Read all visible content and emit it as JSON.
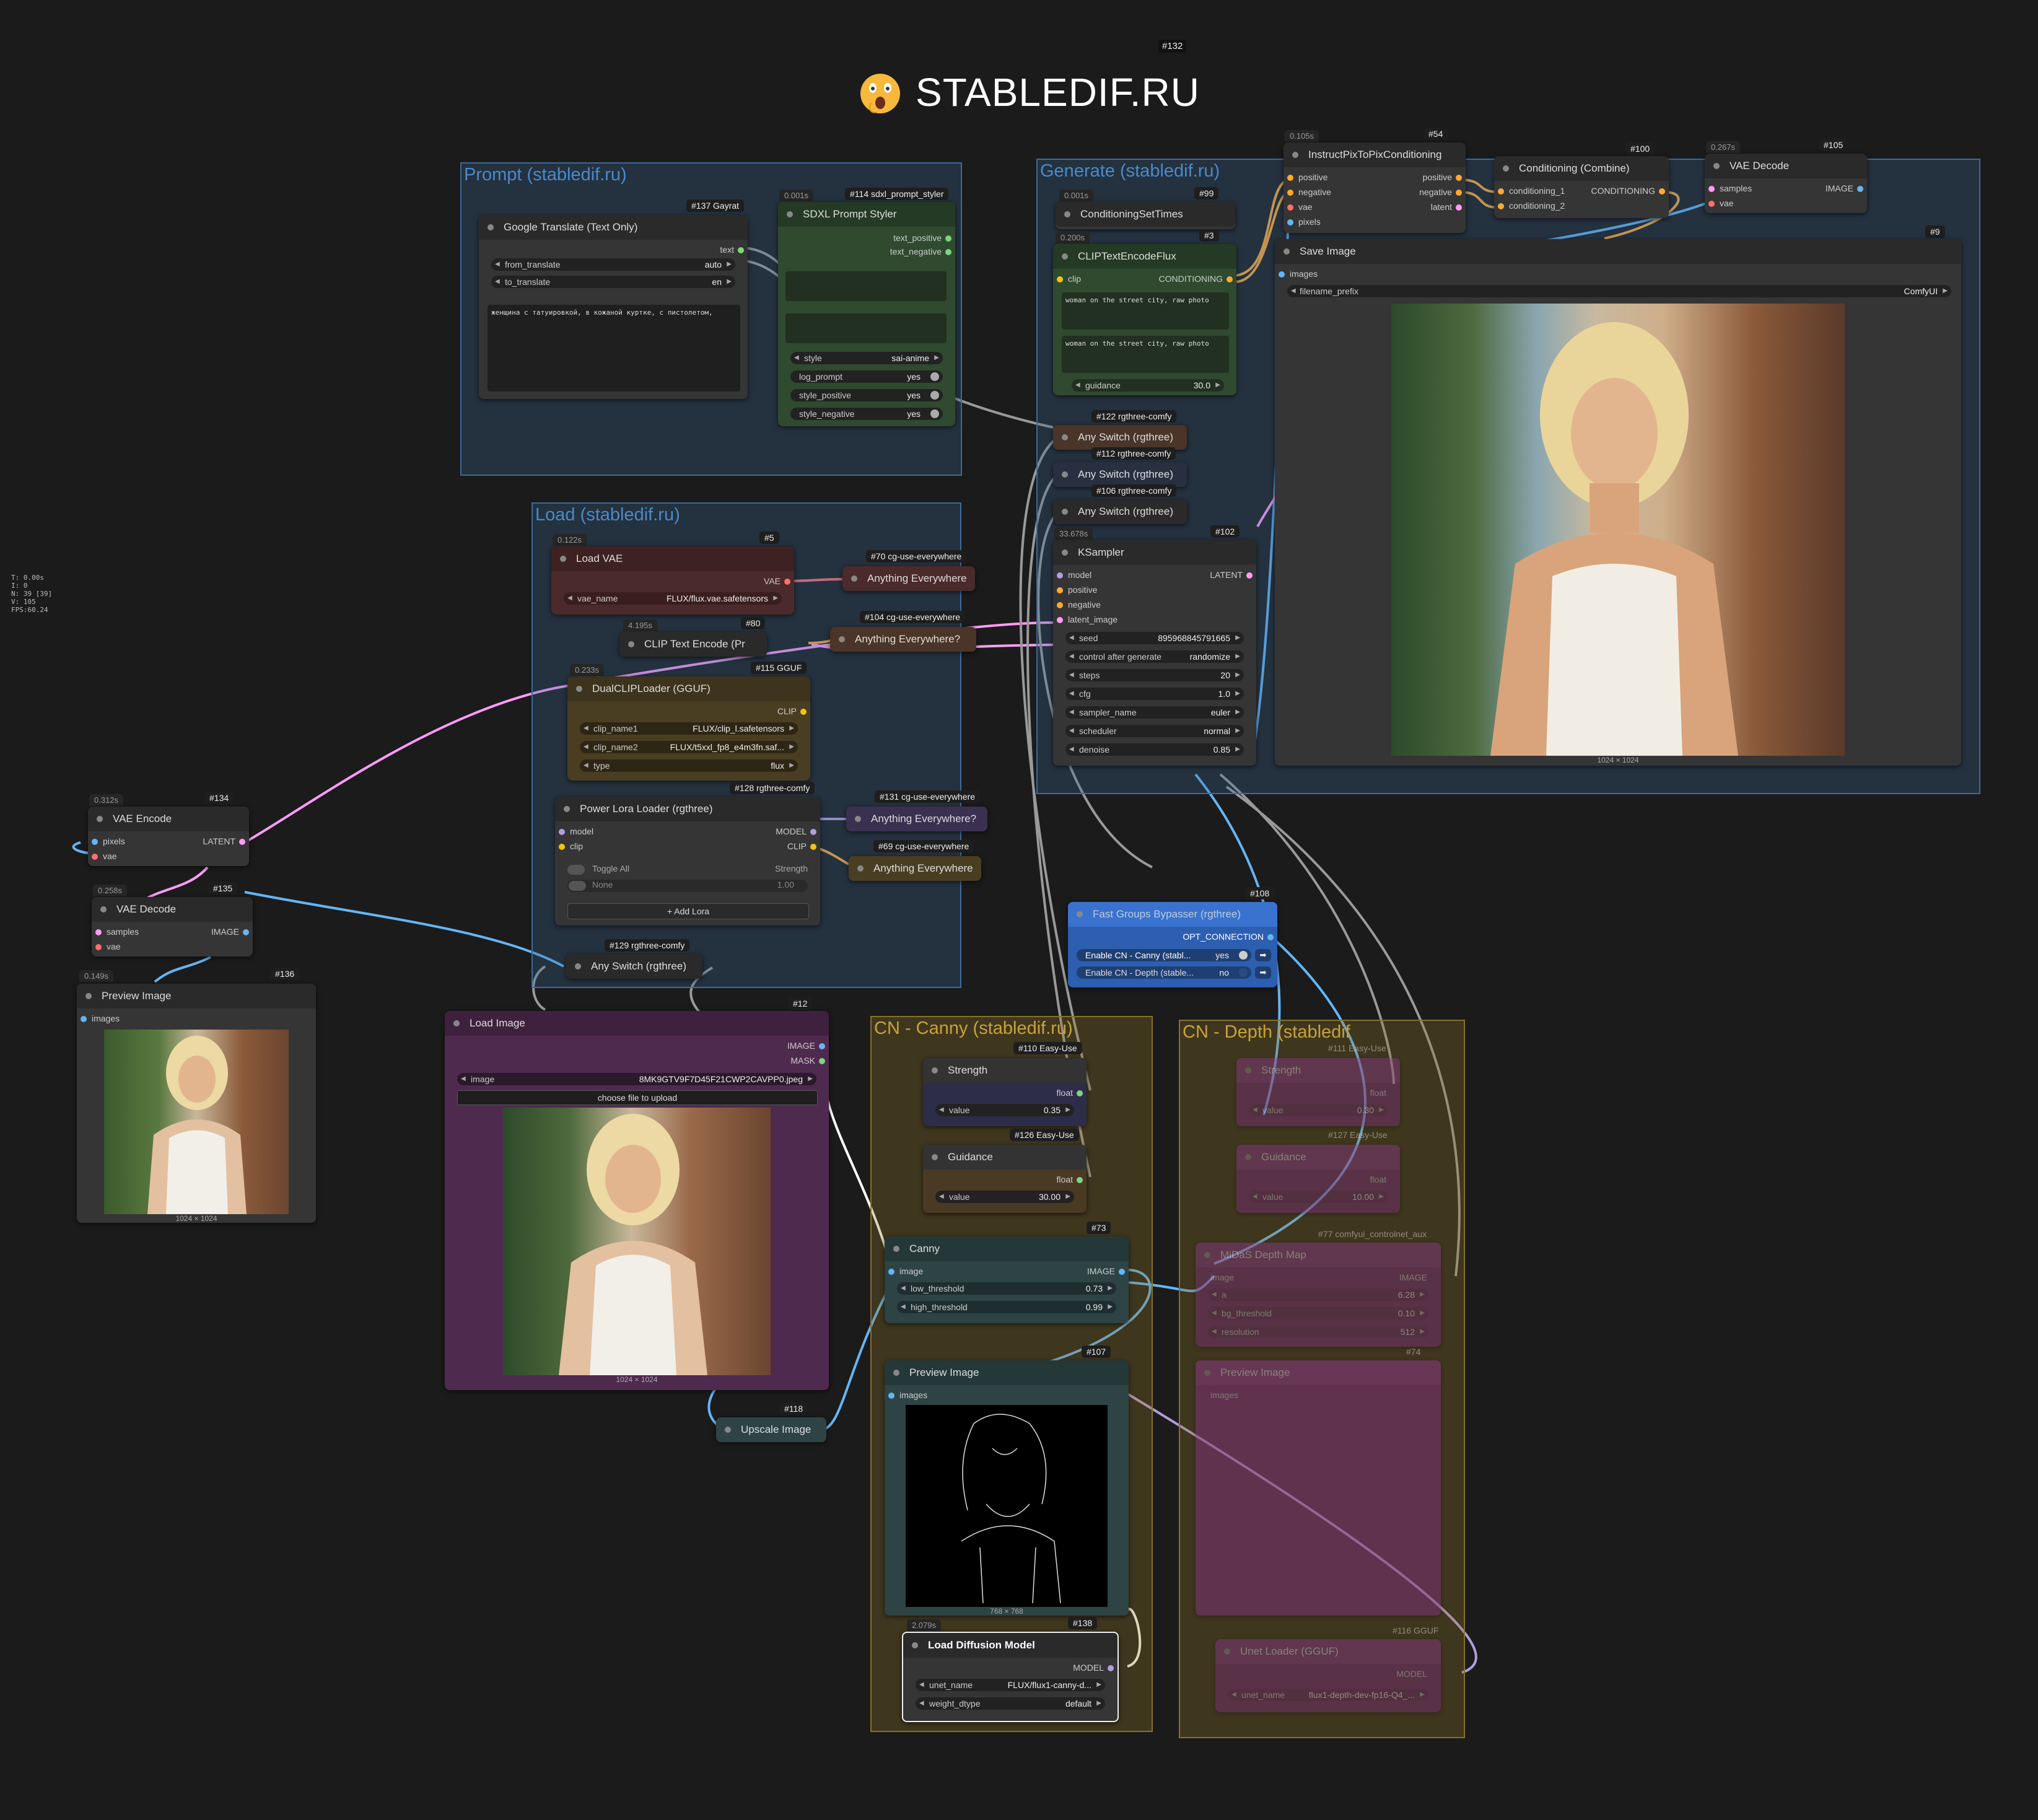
{
  "header": {
    "title": "STABLEDIF.RU",
    "logo": "surprised-face-emoji",
    "id": "#132"
  },
  "stats": [
    "T: 0.00s",
    "I: 0",
    "N: 39 [39]",
    "V: 105",
    "FPS:60.24"
  ],
  "groups": {
    "prompt": "Prompt (stabledif.ru)",
    "generate": "Generate (stabledif.ru)",
    "load": "Load (stabledif.ru)",
    "canny": "CN - Canny (stabledif.ru)",
    "depth": "CN - Depth (stabledif"
  },
  "translate": {
    "title": "Google Translate (Text Only)",
    "id": "#137 Gayrat",
    "out": "text",
    "from_label": "from_translate",
    "from_val": "auto",
    "to_label": "to_translate",
    "to_val": "en",
    "text": "женщина с татуировкой, в кожаной куртке, с пистолетом,"
  },
  "styler": {
    "title": "SDXL Prompt Styler",
    "id": "#114 sdxl_prompt_styler",
    "time": "0.001s",
    "out1": "text_positive",
    "out2": "text_negative",
    "style_label": "style",
    "style_val": "sai-anime",
    "log_label": "log_prompt",
    "log_val": "yes",
    "sp_label": "style_positive",
    "sp_val": "yes",
    "sn_label": "style_negative",
    "sn_val": "yes"
  },
  "condtimes": {
    "title": "ConditioningSetTimes",
    "id": "#99",
    "time": "0.001s"
  },
  "clipflux": {
    "title": "CLIPTextEncodeFlux",
    "id": "#3",
    "time": "0.200s",
    "in": "clip",
    "out": "CONDITIONING",
    "t1": "woman on the street city, raw photo",
    "t2": "woman on the street city, raw photo",
    "g_label": "guidance",
    "g_val": "30.0"
  },
  "ip2p": {
    "title": "InstructPixToPixConditioning",
    "id": "#54",
    "time": "0.105s",
    "ins": [
      "positive",
      "negative",
      "vae",
      "pixels"
    ],
    "outs": [
      "positive",
      "negative",
      "latent"
    ]
  },
  "combine": {
    "title": "Conditioning (Combine)",
    "id": "#100",
    "ins": [
      "conditioning_1",
      "conditioning_2"
    ],
    "out": "CONDITIONING"
  },
  "vaedec1": {
    "title": "VAE Decode",
    "id": "#105",
    "time": "0.267s",
    "ins": [
      "samples",
      "vae"
    ],
    "out": "IMAGE"
  },
  "save": {
    "title": "Save Image",
    "id": "#9",
    "in": "images",
    "prefix_label": "filename_prefix",
    "prefix_val": "ComfyUI",
    "caption": "1024 × 1024"
  },
  "switches": [
    {
      "title": "Any Switch (rgthree)",
      "id": "#122 rgthree-comfy"
    },
    {
      "title": "Any Switch (rgthree)",
      "id": "#112 rgthree-comfy"
    },
    {
      "title": "Any Switch (rgthree)",
      "id": "#106 rgthree-comfy"
    }
  ],
  "ksampler": {
    "title": "KSampler",
    "id": "#102",
    "time": "33.678s",
    "ins": [
      "model",
      "positive",
      "negative",
      "latent_image"
    ],
    "out": "LATENT",
    "seed_label": "seed",
    "seed": "895968845791665",
    "cag_label": "control after generate",
    "cag": "randomize",
    "steps_label": "steps",
    "steps": "20",
    "cfg_label": "cfg",
    "cfg": "1.0",
    "sampler_label": "sampler_name",
    "sampler": "euler",
    "sched_label": "scheduler",
    "sched": "normal",
    "denoise_label": "denoise",
    "denoise": "0.85"
  },
  "loadvae": {
    "title": "Load VAE",
    "id": "#5",
    "time": "0.122s",
    "out": "VAE",
    "w_label": "vae_name",
    "w_val": "FLUX/flux.vae.safetensors"
  },
  "ae70": {
    "title": "Anything Everywhere",
    "id": "#70 cg-use-everywhere"
  },
  "clipte": {
    "title": "CLIP Text Encode (Pr",
    "id": "#80",
    "time": "4.195s"
  },
  "ae104": {
    "title": "Anything Everywhere?",
    "id": "#104 cg-use-everywhere"
  },
  "dualclip": {
    "title": "DualCLIPLoader (GGUF)",
    "id": "#115 GGUF",
    "time": "0.233s",
    "out": "CLIP",
    "c1_label": "clip_name1",
    "c1": "FLUX/clip_l.safetensors",
    "c2_label": "clip_name2",
    "c2": "FLUX/t5xxl_fp8_e4m3fn.saf...",
    "t_label": "type",
    "t": "flux"
  },
  "lora": {
    "title": "Power Lora Loader (rgthree)",
    "id": "#128 rgthree-comfy",
    "ins": [
      "model",
      "clip"
    ],
    "outs": [
      "MODEL",
      "CLIP"
    ],
    "toggle": "Toggle All",
    "strength": "Strength",
    "none": "None",
    "none_val": "1.00",
    "add": "Add Lora"
  },
  "ae131": {
    "title": "Anything Everywhere?",
    "id": "#131 cg-use-everywhere"
  },
  "ae69": {
    "title": "Anything Everywhere",
    "id": "#69 cg-use-everywhere"
  },
  "switch129": {
    "title": "Any Switch (rgthree)",
    "id": "#129 rgthree-comfy"
  },
  "vaeenc": {
    "title": "VAE Encode",
    "id": "#134",
    "time": "0.312s",
    "ins": [
      "pixels",
      "vae"
    ],
    "out": "LATENT"
  },
  "vaedec2": {
    "title": "VAE Decode",
    "id": "#135",
    "time": "0.258s",
    "ins": [
      "samples",
      "vae"
    ],
    "out": "IMAGE"
  },
  "prev136": {
    "title": "Preview Image",
    "id": "#136",
    "time": "0.149s",
    "in": "images",
    "caption": "1024 × 1024"
  },
  "loadimg": {
    "title": "Load Image",
    "id": "#12",
    "outs": [
      "IMAGE",
      "MASK"
    ],
    "img_label": "image",
    "img_val": "8MK9GTV9F7D45F21CWP2CAVPP0.jpeg",
    "upload": "choose file to upload",
    "caption": "1024 × 1024"
  },
  "upscale": {
    "title": "Upscale Image",
    "id": "#118"
  },
  "bypasser": {
    "title": "Fast Groups Bypasser (rgthree)",
    "id": "#108",
    "out": "OPT_CONNECTION",
    "t1": "Enable CN - Canny (stabl...",
    "t1v": "yes",
    "t2": "Enable CN - Depth (stable...",
    "t2v": "no"
  },
  "strength": {
    "title": "Strength",
    "id": "#110 Easy-Use",
    "out": "float",
    "label": "value",
    "val": "0.35"
  },
  "guidance": {
    "title": "Guidance",
    "id": "#126 Easy-Use",
    "out": "float",
    "label": "value",
    "val": "30.00"
  },
  "canny": {
    "title": "Canny",
    "id": "#73",
    "in": "image",
    "out": "IMAGE",
    "lt_label": "low_threshold",
    "lt": "0.73",
    "ht_label": "high_threshold",
    "ht": "0.99"
  },
  "prev107": {
    "title": "Preview Image",
    "id": "#107",
    "in": "images",
    "caption": "768 × 768"
  },
  "loaddiff": {
    "title": "Load Diffusion Model",
    "id": "#138",
    "time": "2.079s",
    "out": "MODEL",
    "u_label": "unet_name",
    "u_val": "FLUX/flux1-canny-d...",
    "w_label": "weight_dtype",
    "w_val": "default"
  },
  "depth": {
    "s_title": "Strength",
    "s_id": "#111 Easy-Use",
    "s_out": "float",
    "s_label": "value",
    "s_val": "0.30",
    "g_title": "Guidance",
    "g_id": "#127 Easy-Use",
    "g_out": "float",
    "g_label": "value",
    "g_val": "10.00",
    "m_id": "#77 comfyui_controlnet_aux",
    "m_title": "MiDaS Depth Map",
    "m_in": "image",
    "m_out": "IMAGE",
    "a_label": "a",
    "a_val": "6.28",
    "bg_label": "bg_threshold",
    "bg_val": "0.10",
    "res_label": "resolution",
    "res_val": "512",
    "p_id": "#74",
    "p_title": "Preview Image",
    "p_in": "images",
    "u_id": "#116 GGUF",
    "u_title": "Unet Loader (GGUF)",
    "u_out": "MODEL",
    "u_label": "unet_name",
    "u_val": "flux1-depth-dev-fp16-Q4_..."
  },
  "colors": {
    "clip": "#f1c40f",
    "vae": "#ff6e6e",
    "latent": "#ff9cf9",
    "image": "#64b5f6",
    "model": "#b39ddb",
    "conditioning": "#ffa931",
    "float": "#aaaaaa"
  }
}
